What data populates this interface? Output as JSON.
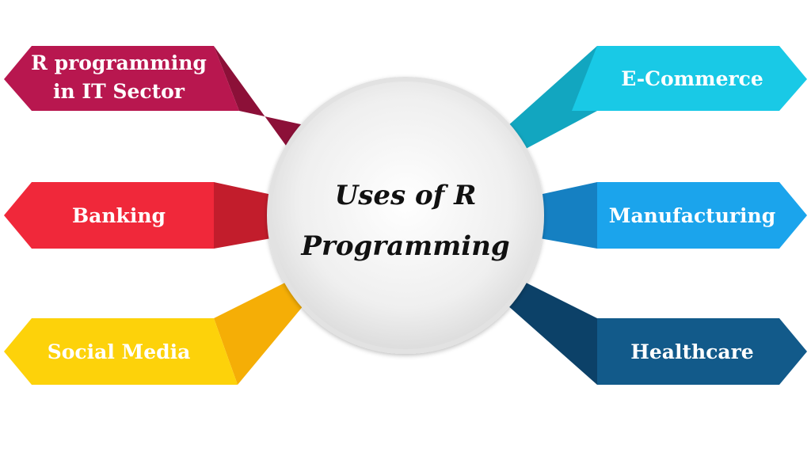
{
  "center": {
    "title_line1": "Uses of R",
    "title_line2": "Programming"
  },
  "items": [
    {
      "id": "it-sector",
      "label_lines": [
        "R programming",
        "in IT Sector"
      ],
      "color_main": "#b8174f",
      "color_dark": "#8c1038"
    },
    {
      "id": "banking",
      "label_lines": [
        "Banking"
      ],
      "color_main": "#f0283a",
      "color_dark": "#c21d2c"
    },
    {
      "id": "social-media",
      "label_lines": [
        "Social Media"
      ],
      "color_main": "#fdd20a",
      "color_dark": "#f5ae06"
    },
    {
      "id": "e-commerce",
      "label_lines": [
        "E-Commerce"
      ],
      "color_main": "#19c9e6",
      "color_dark": "#12a6c0"
    },
    {
      "id": "manufacturing",
      "label_lines": [
        "Manufacturing"
      ],
      "color_main": "#1ba4ec",
      "color_dark": "#1580c2"
    },
    {
      "id": "healthcare",
      "label_lines": [
        "Healthcare"
      ],
      "color_main": "#125a8a",
      "color_dark": "#0c4168"
    }
  ]
}
